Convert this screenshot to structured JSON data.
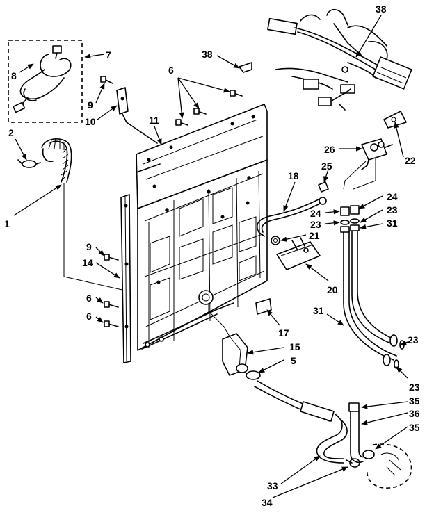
{
  "callouts": {
    "c1": "1",
    "c2": "2",
    "c5": "5",
    "c6a": "6",
    "c6b": "6",
    "c6c": "6",
    "c7": "7",
    "c8": "8",
    "c9a": "9",
    "c9b": "9",
    "c10": "10",
    "c11": "11",
    "c14": "14",
    "c15": "15",
    "c17": "17",
    "c18": "18",
    "c20": "20",
    "c21": "21",
    "c22": "22",
    "c23a": "23",
    "c23b": "23",
    "c23c": "23",
    "c23d": "23",
    "c24a": "24",
    "c24b": "24",
    "c25": "25",
    "c26": "26",
    "c31a": "31",
    "c31b": "31",
    "c33": "33",
    "c34": "34",
    "c35a": "35",
    "c35b": "35",
    "c36": "36",
    "c38a": "38",
    "c38b": "38"
  }
}
